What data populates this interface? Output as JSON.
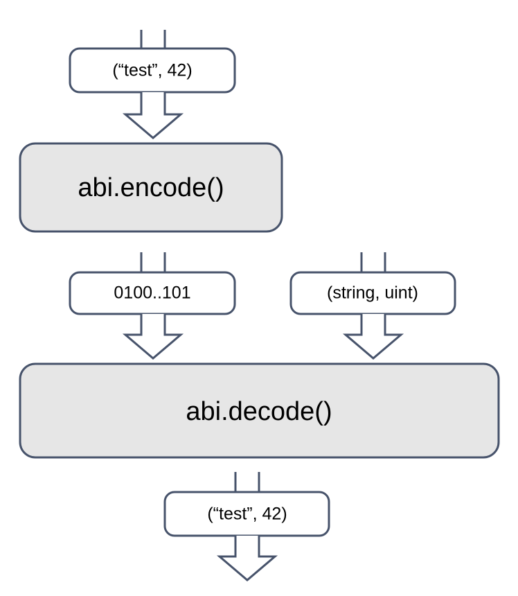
{
  "diagram": {
    "title": "abi encode decode flow",
    "colors": {
      "stroke": "#47536b",
      "process_fill": "#e6e6e6",
      "data_fill": "#ffffff",
      "text": "#000000",
      "background": "#ffffff"
    },
    "nodes": [
      {
        "id": "input-tuple",
        "kind": "data",
        "label": "(“test”, 42)"
      },
      {
        "id": "abi-encode",
        "kind": "process",
        "label": "abi.encode()"
      },
      {
        "id": "encoded-bytes",
        "kind": "data",
        "label": "0100..101"
      },
      {
        "id": "type-signature",
        "kind": "data",
        "label": "(string, uint)"
      },
      {
        "id": "abi-decode",
        "kind": "process",
        "label": "abi.decode()"
      },
      {
        "id": "output-tuple",
        "kind": "data",
        "label": "(“test”, 42)"
      }
    ],
    "arrows": [
      {
        "id": "arrow-into-input-tuple",
        "from": "",
        "to": "input-tuple",
        "head": false
      },
      {
        "id": "arrow-input-to-encode",
        "from": "input-tuple",
        "to": "abi-encode",
        "head": true
      },
      {
        "id": "arrow-encode-to-bytes",
        "from": "abi-encode",
        "to": "encoded-bytes",
        "head": false
      },
      {
        "id": "arrow-bytes-to-decode",
        "from": "encoded-bytes",
        "to": "abi-decode",
        "head": true
      },
      {
        "id": "arrow-into-type-signature",
        "from": "",
        "to": "type-signature",
        "head": false
      },
      {
        "id": "arrow-type-to-decode",
        "from": "type-signature",
        "to": "abi-decode",
        "head": true
      },
      {
        "id": "arrow-decode-to-output",
        "from": "abi-decode",
        "to": "output-tuple",
        "head": false
      },
      {
        "id": "arrow-output-out",
        "from": "output-tuple",
        "to": "",
        "head": true
      }
    ]
  }
}
